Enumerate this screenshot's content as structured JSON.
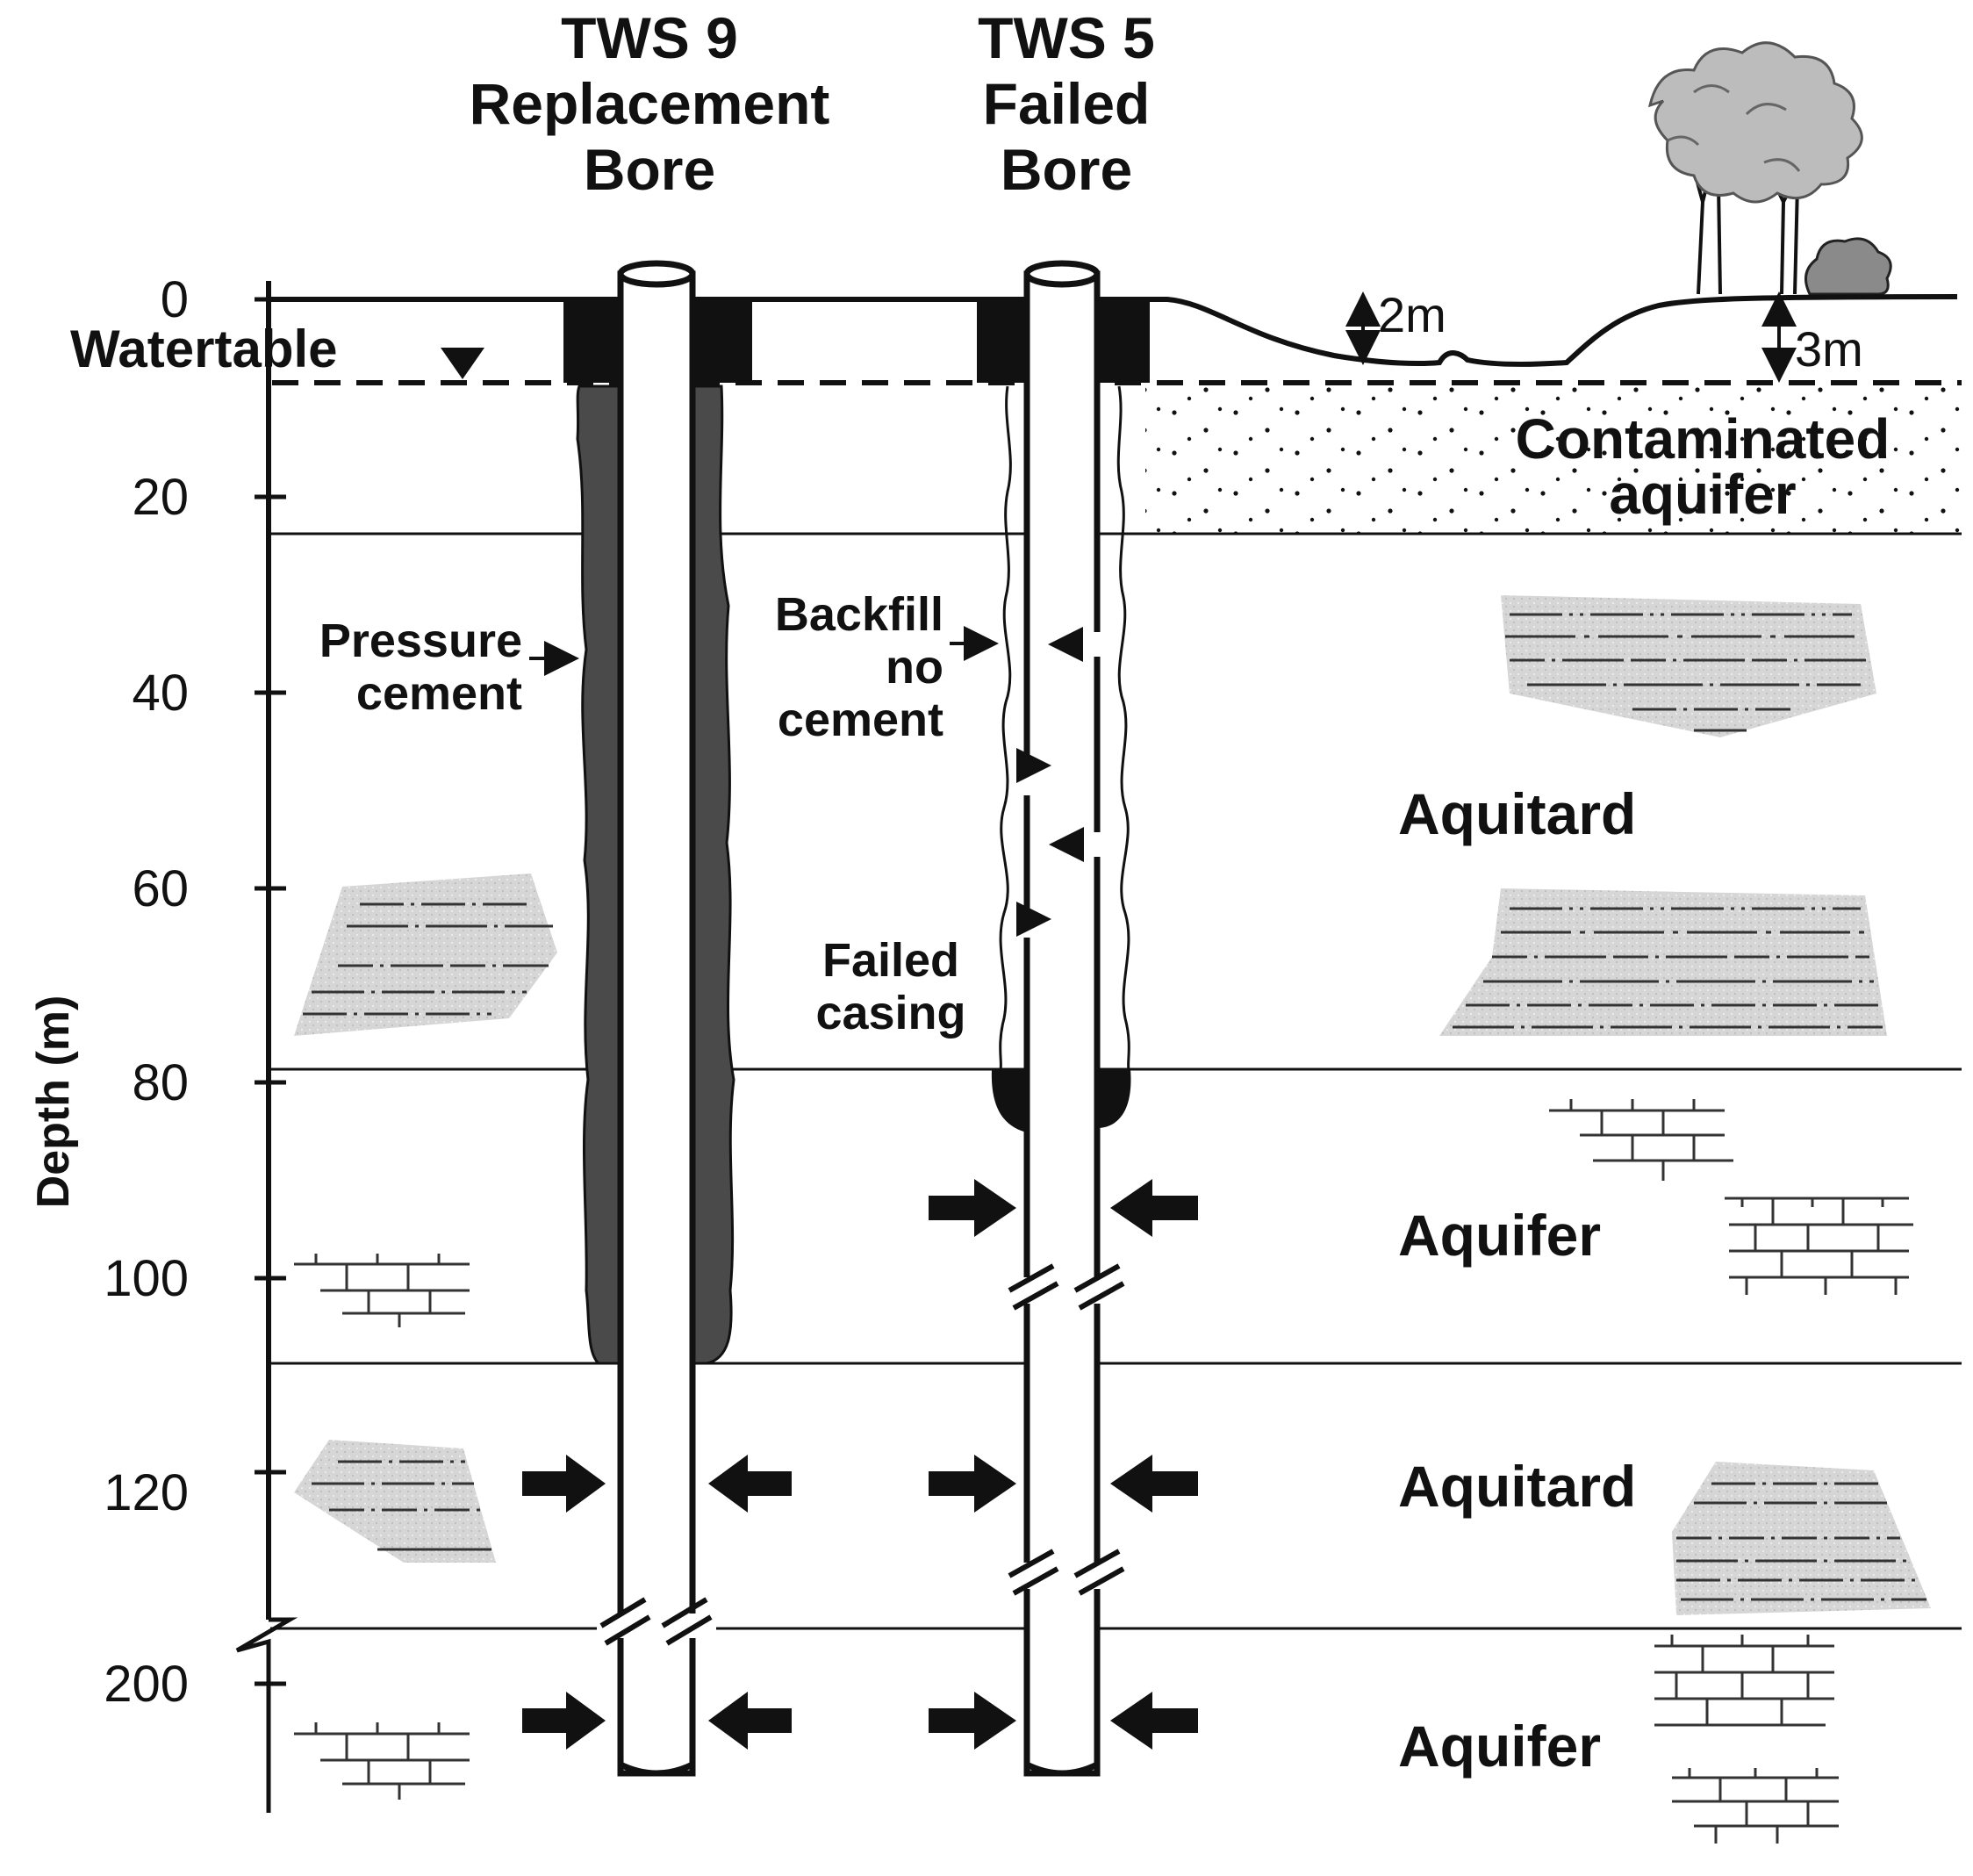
{
  "bores": {
    "tws9": {
      "line1": "TWS 9",
      "line2": "Replacement",
      "line3": "Bore"
    },
    "tws5": {
      "line1": "TWS 5",
      "line2": "Failed",
      "line3": "Bore"
    }
  },
  "axis": {
    "label": "Depth (m)",
    "ticks": [
      "0",
      "20",
      "40",
      "60",
      "80",
      "100",
      "120",
      "200"
    ]
  },
  "watertable": {
    "label": "Watertable"
  },
  "annotations": {
    "pressure_cement": {
      "line1": "Pressure",
      "line2": "cement"
    },
    "backfill": {
      "line1": "Backfill",
      "line2": "no",
      "line3": "cement"
    },
    "failed_casing": {
      "line1": "Failed",
      "line2": "casing"
    },
    "depth_2m": "2m",
    "depth_3m": "3m"
  },
  "layers": {
    "contaminated_aquifer": {
      "line1": "Contaminated",
      "line2": "aquifer"
    },
    "aquitard_upper": "Aquitard",
    "aquifer_middle": "Aquifer",
    "aquitard_lower": "Aquitard",
    "aquifer_deep": "Aquifer"
  },
  "colors": {
    "ink": "#111111",
    "cement": "#4a4a4a",
    "clay_lens": "#d9d9d9",
    "background": "#ffffff"
  }
}
